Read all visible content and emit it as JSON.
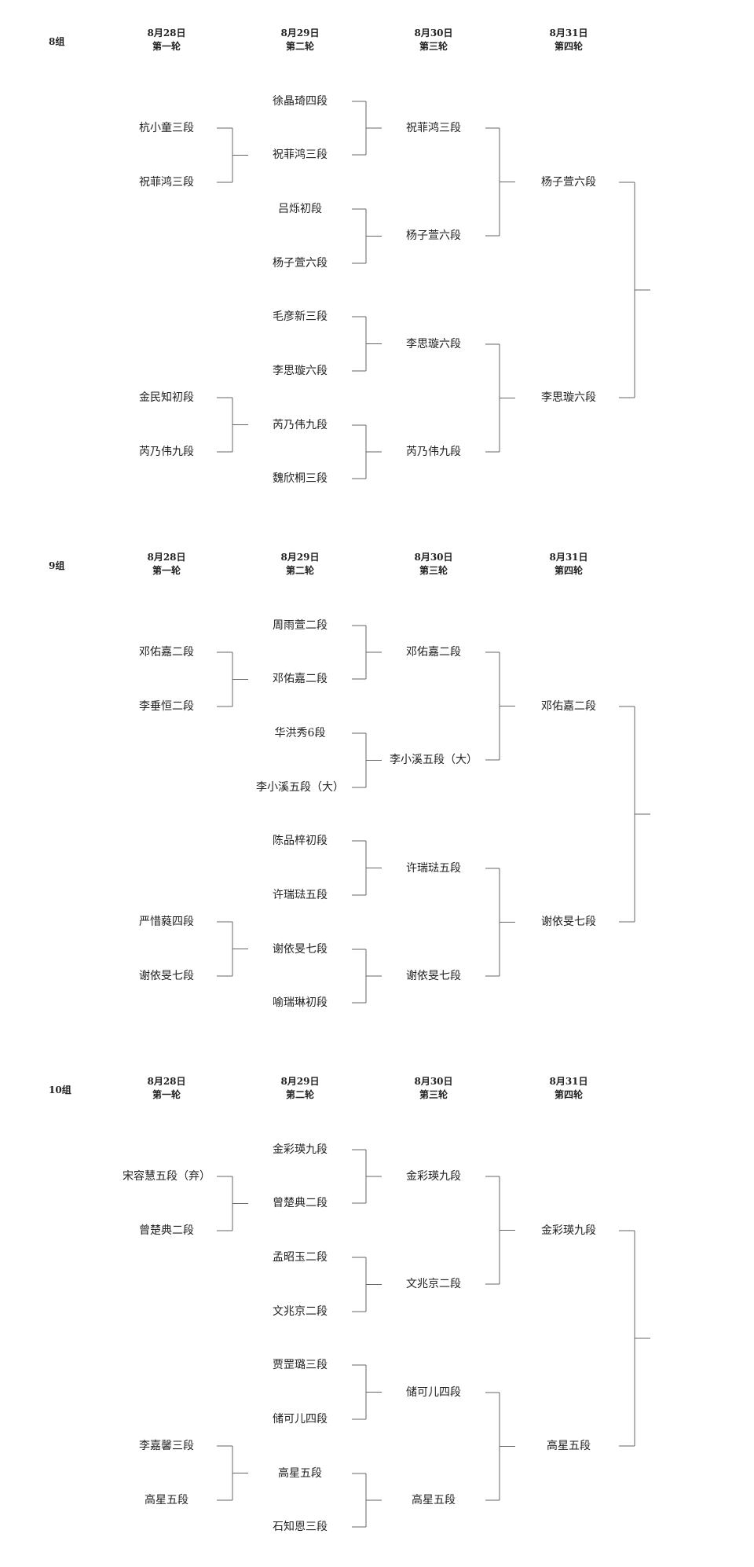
{
  "sections": [
    {
      "group": "8组",
      "columns": [
        {
          "date": "8月28日",
          "round": "第一轮"
        },
        {
          "date": "8月29日",
          "round": "第二轮"
        },
        {
          "date": "8月30日",
          "round": "第三轮"
        },
        {
          "date": "8月31日",
          "round": "第四轮"
        }
      ],
      "r1": [
        "杭小童三段",
        "祝菲鸿三段",
        "金民知初段",
        "芮乃伟九段"
      ],
      "r2": [
        "徐晶琦四段",
        "祝菲鸿三段",
        "吕烁初段",
        "杨子萱六段",
        "毛彦新三段",
        "李思璇六段",
        "芮乃伟九段",
        "魏欣桐三段"
      ],
      "r3": [
        "祝菲鸿三段",
        "杨子萱六段",
        "李思璇六段",
        "芮乃伟九段"
      ],
      "r4": [
        "杨子萱六段",
        "李思璇六段"
      ]
    },
    {
      "group": "9组",
      "columns": [
        {
          "date": "8月28日",
          "round": "第一轮"
        },
        {
          "date": "8月29日",
          "round": "第二轮"
        },
        {
          "date": "8月30日",
          "round": "第三轮"
        },
        {
          "date": "8月31日",
          "round": "第四轮"
        }
      ],
      "r1": [
        "邓佑嘉二段",
        "李垂恒二段",
        "严惜蕤四段",
        "谢依旻七段"
      ],
      "r2": [
        "周雨萱二段",
        "邓佑嘉二段",
        "华洪秀6段",
        "李小溪五段（大）",
        "陈品梓初段",
        "许瑞琺五段",
        "谢依旻七段",
        "喻瑞琳初段"
      ],
      "r3": [
        "邓佑嘉二段",
        "李小溪五段（大）",
        "许瑞琺五段",
        "谢依旻七段"
      ],
      "r4": [
        "邓佑嘉二段",
        "谢依旻七段"
      ]
    },
    {
      "group": "10组",
      "columns": [
        {
          "date": "8月28日",
          "round": "第一轮"
        },
        {
          "date": "8月29日",
          "round": "第二轮"
        },
        {
          "date": "8月30日",
          "round": "第三轮"
        },
        {
          "date": "8月31日",
          "round": "第四轮"
        }
      ],
      "r1": [
        "宋容慧五段（弃）",
        "曾楚典二段",
        "李嘉馨三段",
        "高星五段"
      ],
      "r2": [
        "金彩瑛九段",
        "曾楚典二段",
        "孟昭玉二段",
        "文兆京二段",
        "贾罡璐三段",
        "储可儿四段",
        "高星五段",
        "石知恩三段"
      ],
      "r3": [
        "金彩瑛九段",
        "文兆京二段",
        "储可儿四段",
        "高星五段"
      ],
      "r4": [
        "金彩瑛九段",
        "高星五段"
      ]
    }
  ]
}
